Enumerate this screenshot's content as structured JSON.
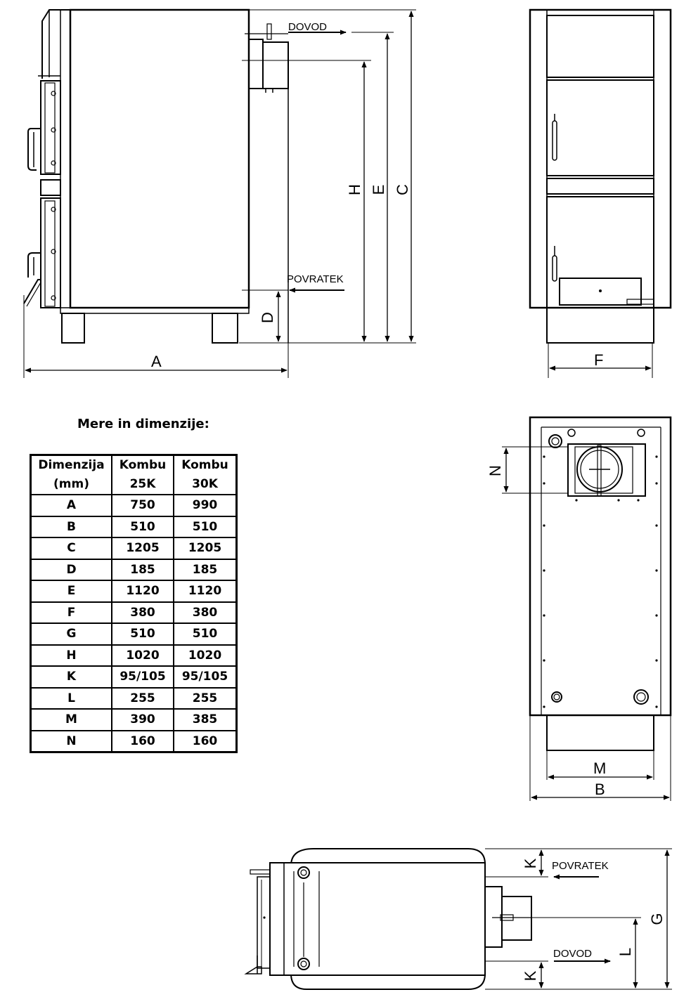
{
  "table": {
    "title": "Mere in dimenzije:",
    "headers": [
      {
        "line1": "Dimenzija",
        "line2": "(mm)"
      },
      {
        "line1": "Kombu",
        "line2": "25K"
      },
      {
        "line1": "Kombu",
        "line2": "30K"
      }
    ],
    "rows": [
      {
        "dim": "A",
        "k25": "750",
        "k30": "990"
      },
      {
        "dim": "B",
        "k25": "510",
        "k30": "510"
      },
      {
        "dim": "C",
        "k25": "1205",
        "k30": "1205"
      },
      {
        "dim": "D",
        "k25": "185",
        "k30": "185"
      },
      {
        "dim": "E",
        "k25": "1120",
        "k30": "1120"
      },
      {
        "dim": "F",
        "k25": "380",
        "k30": "380"
      },
      {
        "dim": "G",
        "k25": "510",
        "k30": "510"
      },
      {
        "dim": "H",
        "k25": "1020",
        "k30": "1020"
      },
      {
        "dim": "K",
        "k25": "95/105",
        "k30": "95/105"
      },
      {
        "dim": "L",
        "k25": "255",
        "k30": "255"
      },
      {
        "dim": "M",
        "k25": "390",
        "k30": "385"
      },
      {
        "dim": "N",
        "k25": "160",
        "k30": "160"
      }
    ]
  },
  "labels": {
    "dovod": "DOVOD",
    "povratek": "POVRATEK",
    "A": "A",
    "B": "B",
    "C": "C",
    "D": "D",
    "E": "E",
    "F": "F",
    "G": "G",
    "H": "H",
    "K": "K",
    "L": "L",
    "M": "M",
    "N": "N"
  }
}
